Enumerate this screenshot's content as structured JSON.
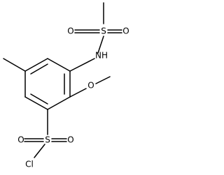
{
  "molecule": {
    "atoms": {
      "sulfonyl_top": "S",
      "oxygen_top_left": "O",
      "oxygen_top_right": "O",
      "amine": "NH",
      "methoxy_oxygen": "O",
      "sulfonyl_bottom": "S",
      "oxygen_bottom_left": "O",
      "oxygen_bottom_right": "O",
      "chlorine": "Cl"
    }
  }
}
